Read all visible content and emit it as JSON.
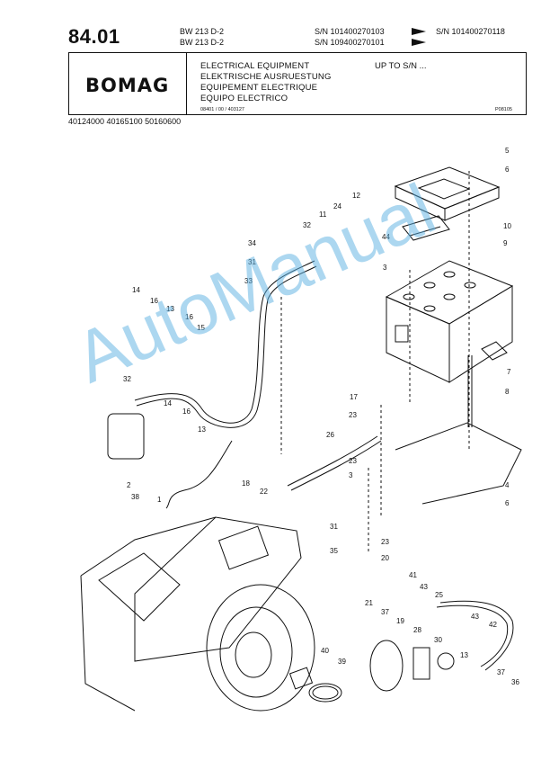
{
  "page_number": "84.01",
  "models": [
    "BW 213 D-2",
    "BW 213 D-2"
  ],
  "serials": {
    "row1_from": "S/N 101400270103",
    "row1_to": "S/N 101400270118",
    "row2_from": "S/N 109400270101"
  },
  "logo_text": "BOMAG",
  "titles": [
    "ELECTRICAL EQUIPMENT",
    "ELEKTRISCHE AUSRUESTUNG",
    "EQUIPEMENT ELECTRIQUE",
    "EQUIPO ELECTRICO"
  ],
  "up_to": "UP TO S/N ...",
  "doc_code": "08401 / 00 / 403127",
  "page_code": "P08105",
  "part_numbers": "40124000   40165100   50160600",
  "watermark": "AutoManual",
  "callouts": [
    "5",
    "6",
    "10",
    "12",
    "24",
    "9",
    "11",
    "32",
    "34",
    "44",
    "31",
    "3",
    "33",
    "14",
    "16",
    "13",
    "16",
    "15",
    "7",
    "8",
    "32",
    "17",
    "14",
    "16",
    "23",
    "13",
    "26",
    "23",
    "3",
    "2",
    "38",
    "18",
    "22",
    "1",
    "4",
    "6",
    "31",
    "23",
    "35",
    "20",
    "41",
    "43",
    "25",
    "21",
    "37",
    "43",
    "42",
    "19",
    "28",
    "30",
    "13",
    "40",
    "39",
    "37",
    "36"
  ]
}
